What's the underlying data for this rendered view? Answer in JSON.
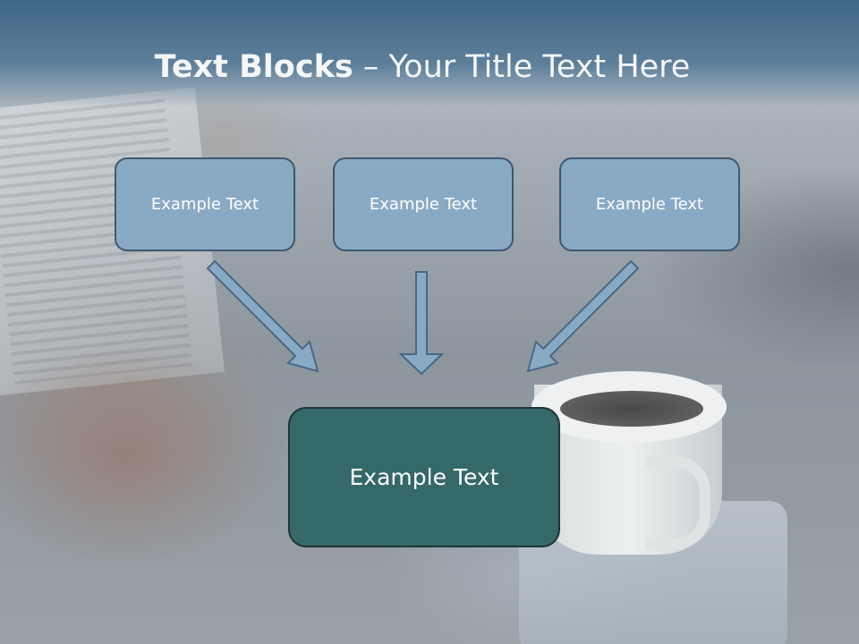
{
  "slide": {
    "title_bold": "Text Blocks",
    "title_dash": " – ",
    "title_rest": "Your Title Text Here"
  },
  "blocks": [
    {
      "label": "Example Text"
    },
    {
      "label": "Example Text"
    },
    {
      "label": "Example Text"
    }
  ],
  "main_block": {
    "label": "Example Text"
  },
  "colors": {
    "title_bar": "#3f6686",
    "block_fill": "#89aac4",
    "block_border": "#3e5870",
    "main_fill": "#356869",
    "arrow_fill": "#89aac4"
  }
}
